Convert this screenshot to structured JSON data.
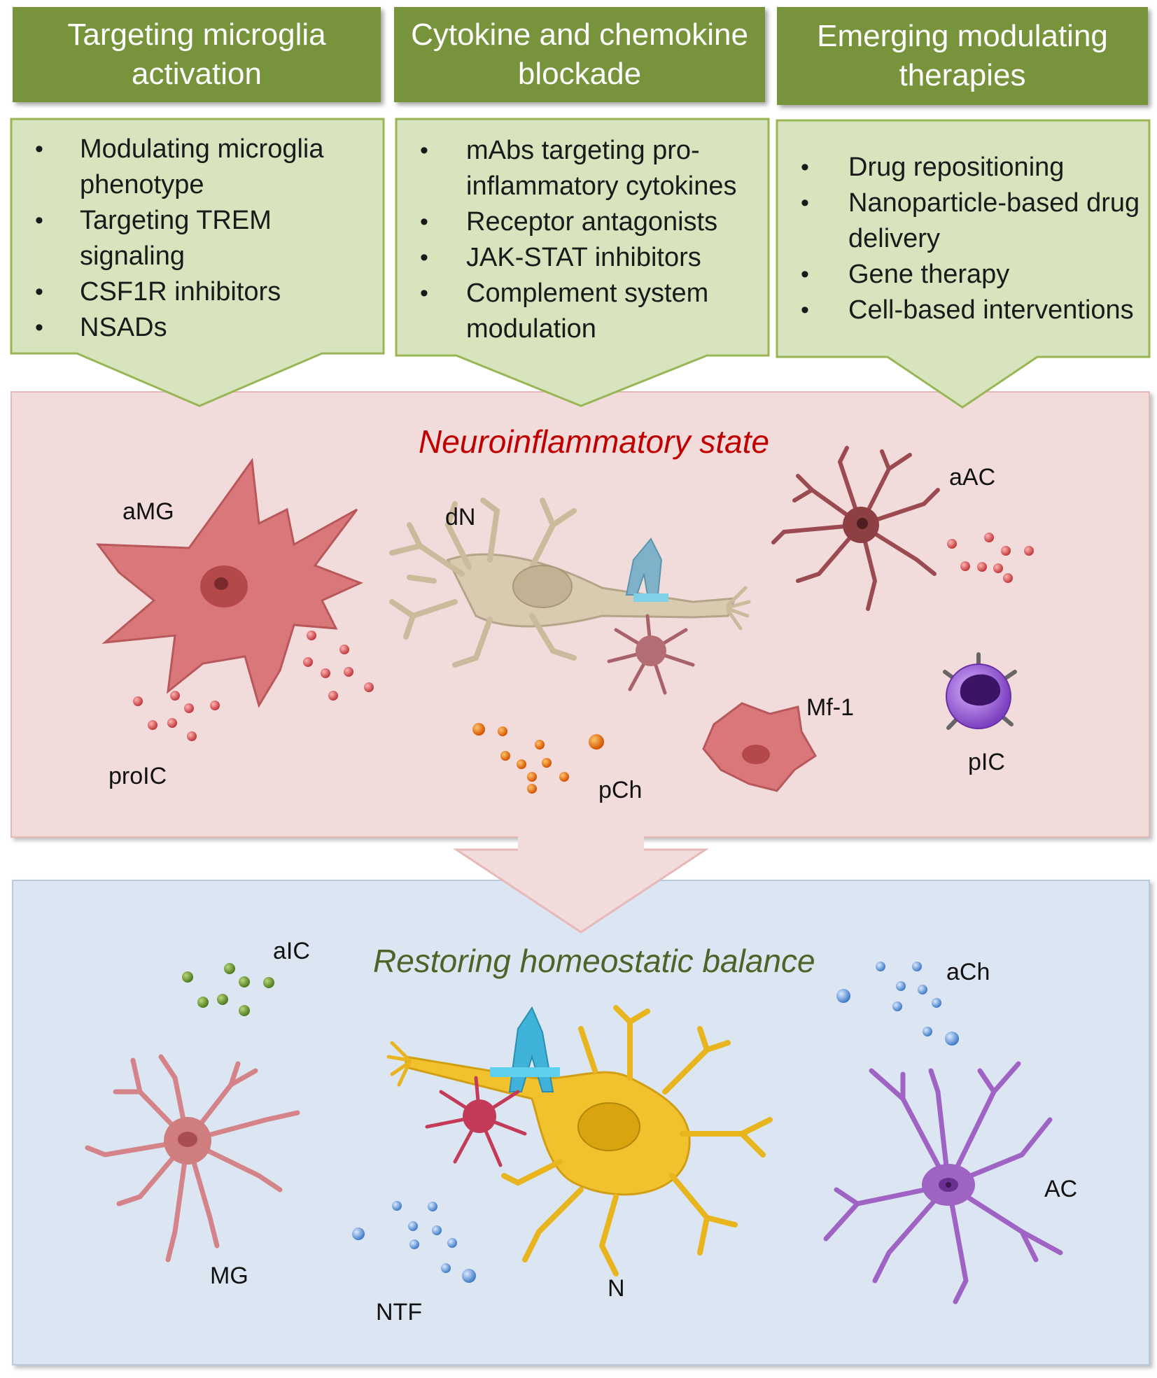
{
  "columns": [
    {
      "header": [
        "Targeting microglia",
        "activation"
      ],
      "items": [
        "Modulating microglia phenotype",
        "Targeting TREM signaling",
        "CSF1R inhibitors",
        "NSADs"
      ]
    },
    {
      "header": [
        "Cytokine and chemokine",
        "blockade"
      ],
      "items": [
        "mAbs targeting pro-inflammatory cytokines",
        "Receptor antagonists",
        "JAK-STAT inhibitors",
        "Complement system modulation"
      ]
    },
    {
      "header": [
        "Emerging modulating",
        "therapies"
      ],
      "items": [
        "Drug repositioning",
        "Nanoparticle-based drug delivery",
        "Gene therapy",
        "Cell-based interventions"
      ]
    }
  ],
  "neuro": {
    "title": "Neuroinflammatory state",
    "labels": {
      "amg": "aMG",
      "dn": "dN",
      "aac": "aAC",
      "proic": "proIC",
      "pch": "pCh",
      "mf1": "Mf-1",
      "pic": "pIC"
    }
  },
  "homeo": {
    "title": "Restoring homeostatic balance",
    "labels": {
      "aic": "aIC",
      "ach": "aCh",
      "mg": "MG",
      "ntf": "NTF",
      "n": "N",
      "ac": "AC"
    }
  },
  "colors": {
    "header_bg": "#77933c",
    "list_bg": "#d7e4bd",
    "neuro_bg": "#f2dcdb",
    "neuro_title": "#c00000",
    "homeo_bg": "#dce6f2",
    "homeo_title": "#4f6228"
  }
}
